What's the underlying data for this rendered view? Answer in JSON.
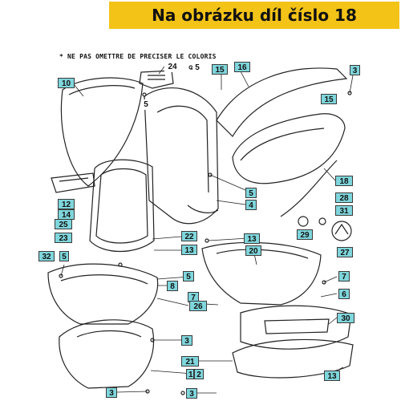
{
  "banner": {
    "text": "Na obrázku díl číslo 18",
    "color": "#f3c317"
  },
  "note": "* NE PAS OMETTRE DE PRECISER LE COLORIS",
  "callout_color": "#7fd6dc",
  "labels": {
    "l10": "10",
    "l24": "24",
    "l5a": "5",
    "l15a": "15",
    "l16": "16",
    "l3a": "3",
    "l15b": "15",
    "l5b": "5",
    "l5c": "5",
    "l4": "4",
    "l18": "18",
    "l28": "28",
    "l31": "31",
    "l29": "29",
    "l27": "27",
    "l12": "12",
    "l14": "14",
    "l25": "25",
    "l23": "23",
    "l22": "22",
    "l13a": "13",
    "l13b": "13",
    "l32": "32",
    "l5d": "5",
    "l20": "20",
    "l5e": "5",
    "l8": "8",
    "l7a": "7",
    "l7b": "7",
    "l6": "6",
    "l26": "26",
    "l30": "30",
    "l3b": "3",
    "l21": "21",
    "l1": "1",
    "l2": "2",
    "l13c": "13",
    "l3c": "3",
    "l3d": "3"
  }
}
